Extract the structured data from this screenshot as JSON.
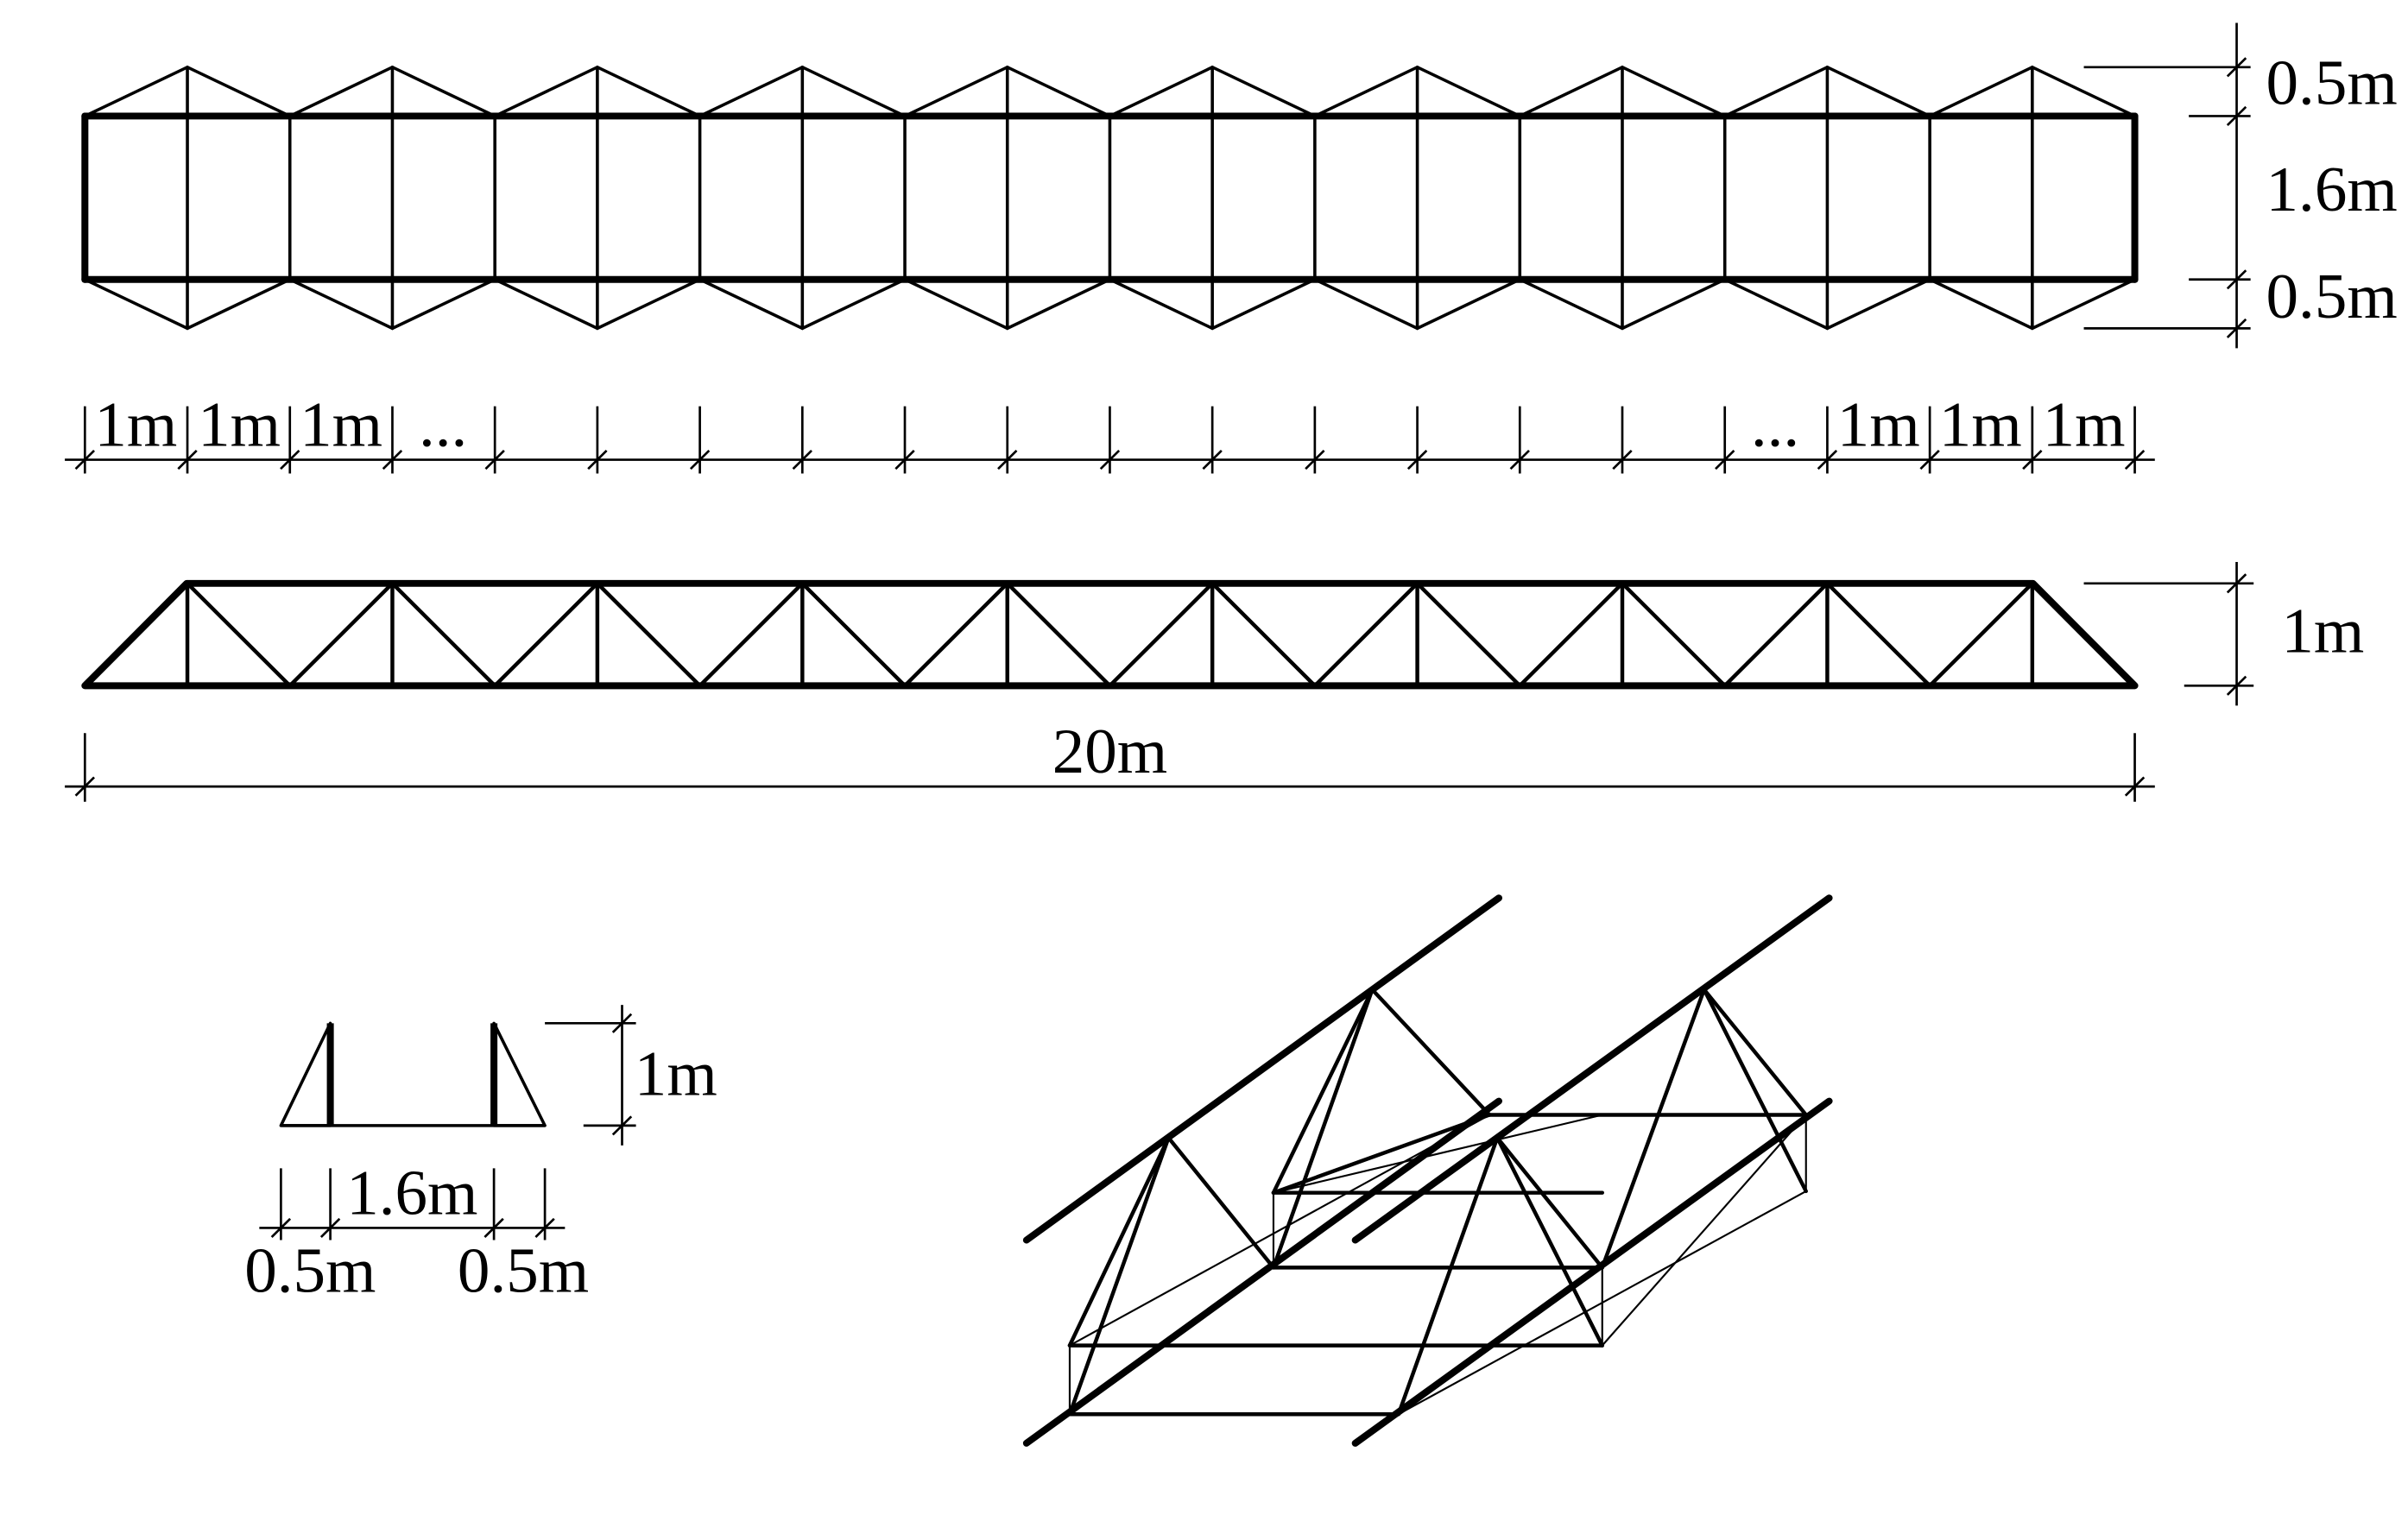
{
  "title": "",
  "colors": {
    "ink": "#000000",
    "paper": "#ffffff"
  },
  "plan_view": {
    "panel_count": 10,
    "dims": {
      "top_offset": "0.5m",
      "chord_spacing": "1.6m",
      "bottom_offset": "0.5m"
    }
  },
  "spacing_row": {
    "left_labels": [
      "1m",
      "1m",
      "1m",
      "..."
    ],
    "right_labels": [
      "...",
      "1m",
      "1m",
      "1m"
    ]
  },
  "elevation_view": {
    "height": "1m",
    "span": "20m"
  },
  "cross_section": {
    "height": "1m",
    "inner_width": "1.6m",
    "left_offset": "0.5m",
    "right_offset": "0.5m"
  }
}
